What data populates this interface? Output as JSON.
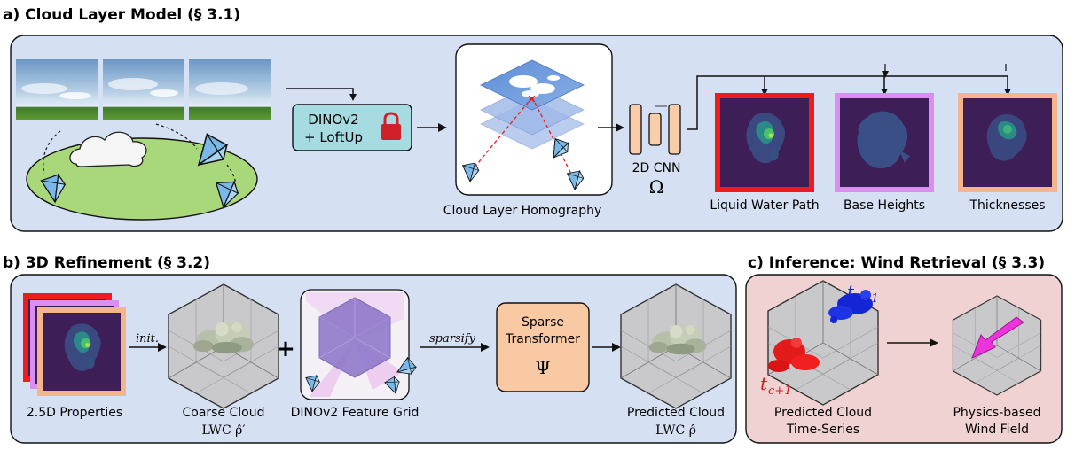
{
  "panel_a": {
    "title": "a) Cloud Layer Model (§ 3.1)",
    "encoder_line1": "DINOv2",
    "encoder_line2": "+ LoftUp",
    "homography_label": "Cloud Layer Homography",
    "cnn_label": "2D CNN",
    "cnn_symbol": "Ω",
    "outputs": [
      {
        "label": "Liquid Water Path",
        "border": "#ee1c1c"
      },
      {
        "label": "Base Heights",
        "border": "#d98ff0"
      },
      {
        "label": "Thicknesses",
        "border": "#f5b58a"
      }
    ]
  },
  "panel_b": {
    "title": "b) 3D Refinement (§ 3.2)",
    "properties_label": "2.5D Properties",
    "init_label": "init.",
    "coarse_label": "Coarse Cloud",
    "coarse_sub": "LWC ρ̂′",
    "plus": "+",
    "grid_label": "DINOv2 Feature Grid",
    "sparsify_label": "sparsify",
    "transformer_line1": "Sparse",
    "transformer_line2": "Transformer",
    "transformer_symbol": "Ψ",
    "predicted_label": "Predicted Cloud",
    "predicted_sub": "LWC ρ̂"
  },
  "panel_c": {
    "title": "c) Inference: Wind Retrieval (§ 3.3)",
    "t_prev": "t",
    "t_prev_sub": "c−1",
    "t_next": "t",
    "t_next_sub": "c+1",
    "series_line1": "Predicted Cloud",
    "series_line2": "Time-Series",
    "wind_line1": "Physics-based",
    "wind_line2": "Wind Field"
  },
  "colors": {
    "panel_blue": "#d5e0f3",
    "panel_red": "#f1d2d2",
    "encoder_fill": "#a7dbe2",
    "cnn_fill": "#f8cda9",
    "transformer_fill": "#f8c9a3",
    "ground_fill": "#a8d87a",
    "map_bg": "#3d1e57",
    "lock": "#d0212a",
    "wind_arrow": "#ee33dd"
  }
}
